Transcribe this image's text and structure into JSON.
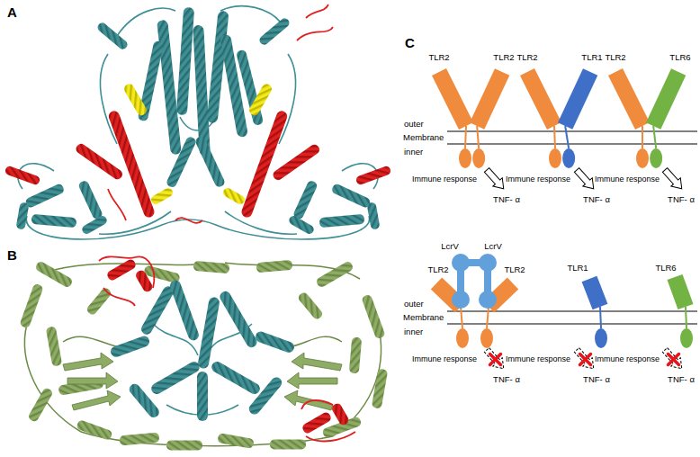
{
  "diagram": {
    "nodes": [
      {
        "text": [
          "TLR2"
        ]
      },
      {
        "text": [
          "TLR2"
        ]
      },
      {
        "text": [
          "TLR2"
        ]
      },
      {
        "text": [
          "TLR1"
        ]
      },
      {
        "text": [
          "TLR2"
        ]
      },
      {
        "text": [
          "TLR6"
        ]
      },
      {
        "text": [
          "LcrV",
          "LcrV"
        ]
      },
      {
        "text": [
          "TLR2"
        ]
      },
      {
        "text": [
          "TLR2"
        ]
      },
      {
        "text": [
          "TLR1"
        ]
      },
      {
        "text": [
          "TLR6"
        ]
      }
    ],
    "labels": [
      "A",
      "B",
      "C",
      "outer",
      "Membrane",
      "inner",
      "Immune response",
      "TNF- α",
      "Immune response",
      "TNF- α",
      "Immune response",
      "TNF- α",
      "outer",
      "Membrane",
      "inner",
      "Immune response",
      "TNF- α",
      "Immune response",
      "TNF- α",
      "Immune response",
      "TNF- α"
    ]
  }
}
